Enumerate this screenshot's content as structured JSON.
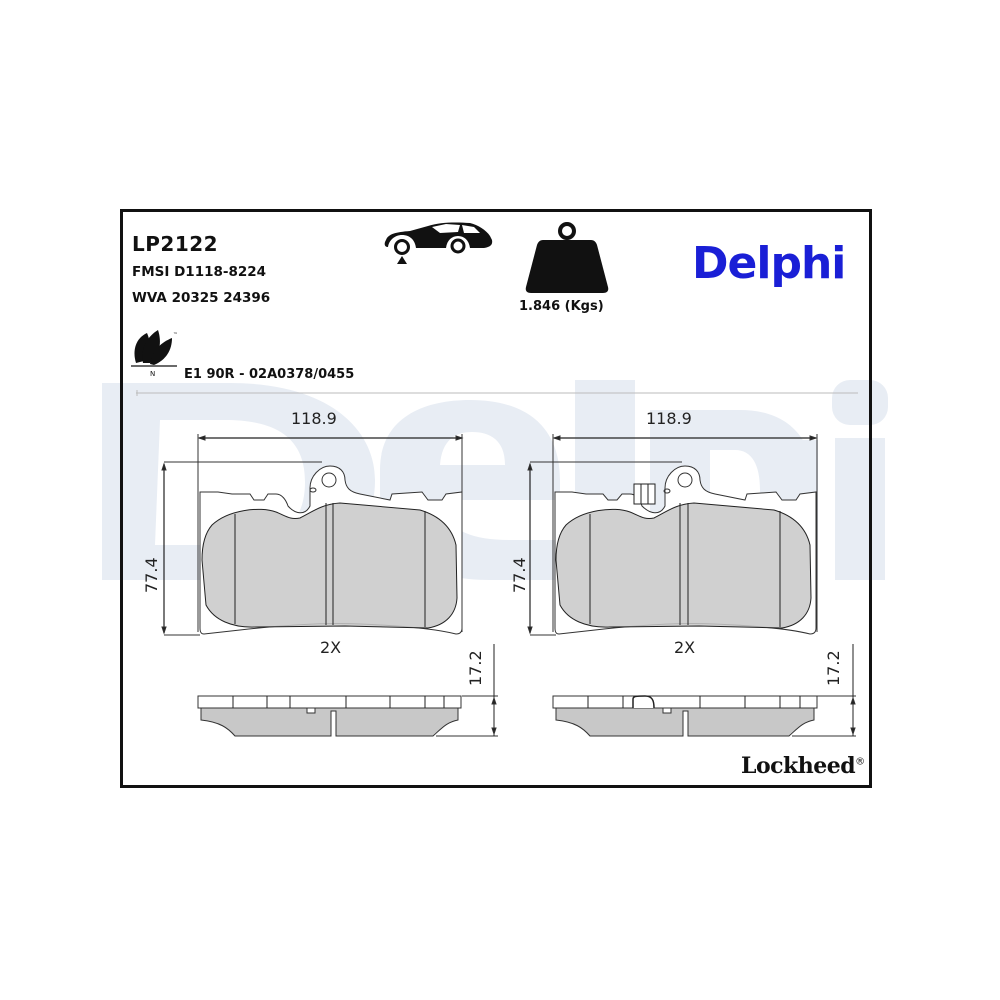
{
  "product": {
    "part_number": "LP2122",
    "fmsi": "FMSI D1118-8224",
    "wva": "WVA 20325 24396",
    "weight": "1.846 (Kgs)",
    "approval": "E1 90R - 02A0378/0455",
    "axle_icon": "car-front-axle-icon",
    "weight_icon": "weight-icon",
    "eco_icon": "leaf-eco-icon",
    "eco_label": "N",
    "eco_tm": "™"
  },
  "branding": {
    "brand": "Delphi",
    "brand_color": "#1a1fd6",
    "sub_brand": "Lockheed",
    "registered": "®",
    "watermark": "Delphi",
    "watermark_color": "#e6ebf3"
  },
  "drawing": {
    "left_pad": {
      "width": "118.9",
      "height": "77.4",
      "quantity": "2X",
      "thickness": "17.2"
    },
    "right_pad": {
      "width": "118.9",
      "height": "77.4",
      "quantity": "2X",
      "thickness": "17.2",
      "wear_sensor": true
    }
  }
}
